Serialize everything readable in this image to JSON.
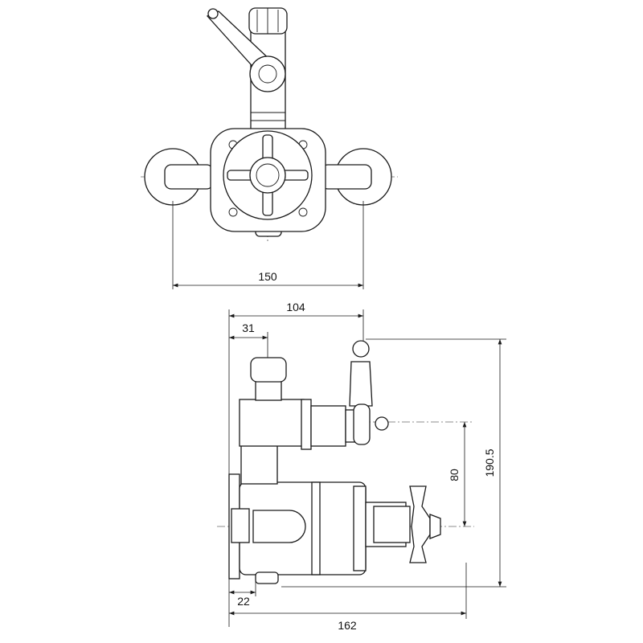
{
  "drawing": {
    "front_view": {
      "width_dimension": "150"
    },
    "side_view": {
      "overall_depth_top": "104",
      "outlet_offset": "31",
      "centre_spacing": "80",
      "overall_height": "190.5",
      "wall_plate_depth": "22",
      "overall_depth": "162"
    },
    "line_color": "#1a1a1a"
  }
}
